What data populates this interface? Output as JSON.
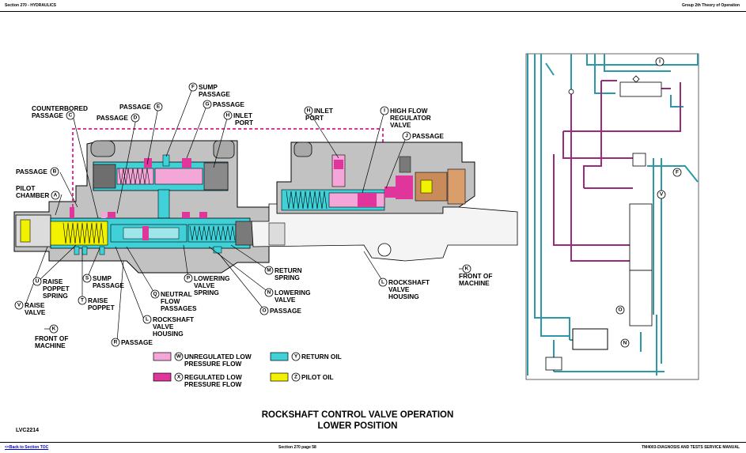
{
  "header": {
    "left": "Section 270 - HYDRAULICS",
    "right": "Group 2th Theory of Operation"
  },
  "footer": {
    "left": "<<Back to Section TOC",
    "center": "Section 270 page 58",
    "right": "TM4003-DIAGNOSIS AND TESTS SERVICE MANUAL"
  },
  "figure": {
    "title_line1": "ROCKSHAFT CONTROL VALVE OPERATION",
    "title_line2": "LOWER POSITION",
    "ref": "LVC2214"
  },
  "callouts": {
    "A": {
      "letter": "A",
      "lines": [
        "PILOT",
        "CHAMBER"
      ]
    },
    "B": {
      "letter": "B",
      "lines": [
        "PASSAGE"
      ]
    },
    "C": {
      "letter": "C",
      "lines": [
        "COUNTERBORED",
        "PASSAGE"
      ]
    },
    "D": {
      "letter": "D",
      "lines": [
        "PASSAGE"
      ]
    },
    "E": {
      "letter": "E",
      "lines": [
        "PASSAGE"
      ]
    },
    "F": {
      "letter": "F",
      "lines": [
        "SUMP",
        "PASSAGE"
      ]
    },
    "G": {
      "letter": "G",
      "lines": [
        "PASSAGE"
      ]
    },
    "H": {
      "letter": "H",
      "lines": [
        "INLET",
        "PORT"
      ]
    },
    "I": {
      "letter": "I",
      "lines": [
        "HIGH FLOW",
        "REGULATOR",
        "VALVE"
      ]
    },
    "J": {
      "letter": "J",
      "lines": [
        "PASSAGE"
      ]
    },
    "K": {
      "letter": "K",
      "lines": [
        "FRONT OF",
        "MACHINE"
      ]
    },
    "L": {
      "letter": "L",
      "lines": [
        "ROCKSHAFT",
        "VALVE",
        "HOUSING"
      ]
    },
    "M": {
      "letter": "M",
      "lines": [
        "RETURN",
        "SPRING"
      ]
    },
    "N": {
      "letter": "N",
      "lines": [
        "LOWERING",
        "VALVE"
      ]
    },
    "O": {
      "letter": "O",
      "lines": [
        "PASSAGE"
      ]
    },
    "P": {
      "letter": "P",
      "lines": [
        "LOWERING",
        "VALVE",
        "SPRING"
      ]
    },
    "Q": {
      "letter": "Q",
      "lines": [
        "NEUTRAL",
        "FLOW",
        "PASSAGES"
      ]
    },
    "R": {
      "letter": "R",
      "lines": [
        "PASSAGE"
      ]
    },
    "S": {
      "letter": "S",
      "lines": [
        "SUMP",
        "PASSAGE"
      ]
    },
    "T": {
      "letter": "T",
      "lines": [
        "RAISE",
        "POPPET"
      ]
    },
    "U": {
      "letter": "U",
      "lines": [
        "RAISE",
        "POPPET",
        "SPRING"
      ]
    },
    "V": {
      "letter": "V",
      "lines": [
        "RAISE",
        "VALVE"
      ]
    }
  },
  "legend": [
    {
      "letter": "W",
      "lines": [
        "UNREGULATED LOW",
        "PRESSURE FLOW"
      ],
      "color": "#f4a6d8"
    },
    {
      "letter": "X",
      "lines": [
        "REGULATED LOW",
        "PRESSURE FLOW"
      ],
      "color": "#e0359a"
    },
    {
      "letter": "Y",
      "lines": [
        "RETURN OIL"
      ],
      "color": "#3fd0d8"
    },
    {
      "letter": "Z",
      "lines": [
        "PILOT OIL"
      ],
      "color": "#f2f200"
    }
  ],
  "schematic": {
    "refs": [
      {
        "letter": "I"
      },
      {
        "letter": "F"
      },
      {
        "letter": "V"
      },
      {
        "letter": "O"
      },
      {
        "letter": "N"
      }
    ]
  },
  "colors": {
    "housing": "#b9b9b9",
    "unregulated": "#f4a6d8",
    "regulated": "#e0359a",
    "return": "#3fd0d8",
    "pilot": "#f2f200",
    "schematic_teal": "#2b9aa6",
    "schematic_purple": "#9a2a7a"
  }
}
